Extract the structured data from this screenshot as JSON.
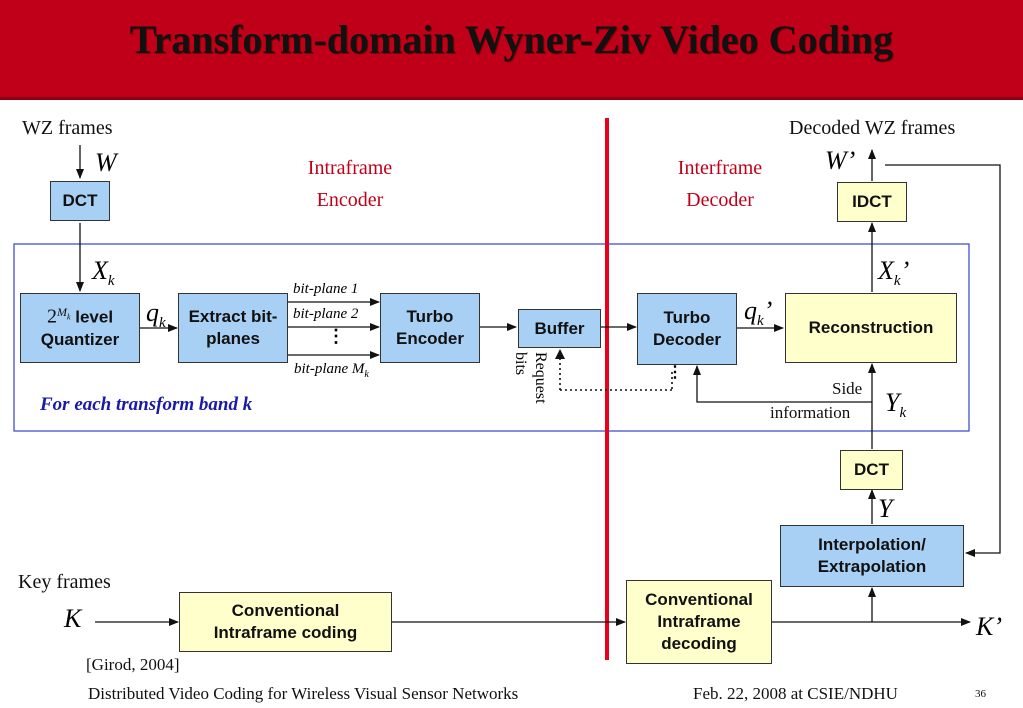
{
  "title": "Transform-domain Wyner-Ziv Video Coding",
  "labels": {
    "wz_frames": "WZ frames",
    "decoded_wz_frames": "Decoded WZ frames",
    "intraframe_encoder_1": "Intraframe",
    "intraframe_encoder_2": "Encoder",
    "interframe_decoder_1": "Interframe",
    "interframe_decoder_2": "Decoder",
    "key_frames": "Key frames",
    "band_note": "For each transform band k",
    "request_bits_1": "Request",
    "request_bits_2": "bits",
    "side_info_1": "Side",
    "side_info_2": "information",
    "bitplane_1": "bit-plane 1",
    "bitplane_2": "bit-plane 2",
    "bitplane_m": "bit-plane M",
    "bitplane_m_sub": "k",
    "vdots": "⋮",
    "citation": "[Girod, 2004]",
    "footer_left": "Distributed Video Coding for Wireless Visual Sensor Networks",
    "footer_right": "Feb. 22, 2008 at CSIE/NDHU",
    "page_number": "36"
  },
  "variables": {
    "W": "W",
    "W_prime": "W’",
    "X": "X",
    "X_sub": "k",
    "X_prime": "’",
    "q": "q",
    "q_sub": "k",
    "q_prime": "’",
    "Y": "Y",
    "Y_sub": "k",
    "Y2": "Y",
    "K": "K",
    "K_prime": "K’"
  },
  "boxes": {
    "dct_enc": "DCT",
    "quantizer_base": "2",
    "quantizer_sup": "M",
    "quantizer_sup_sub": "k",
    "quantizer_1": "level",
    "quantizer_2": "Quantizer",
    "extract_1": "Extract bit-",
    "extract_2": "planes",
    "turbo_enc_1": "Turbo",
    "turbo_enc_2": "Encoder",
    "buffer": "Buffer",
    "turbo_dec_1": "Turbo",
    "turbo_dec_2": "Decoder",
    "reconstruction": "Reconstruction",
    "idct": "IDCT",
    "dct_dec": "DCT",
    "interp_1": "Interpolation/",
    "interp_2": "Extrapolation",
    "conv_enc_1": "Conventional",
    "conv_enc_2": "Intraframe coding",
    "conv_dec_1": "Conventional",
    "conv_dec_2": "Intraframe",
    "conv_dec_3": "decoding"
  },
  "colors": {
    "title_bar": "#c00018",
    "process_box": "#a8d0f5",
    "decoder_box": "#ffffcc",
    "divider": "#e8001c",
    "band_frame": "#3344cc",
    "band_note": "#1a1aa8"
  }
}
